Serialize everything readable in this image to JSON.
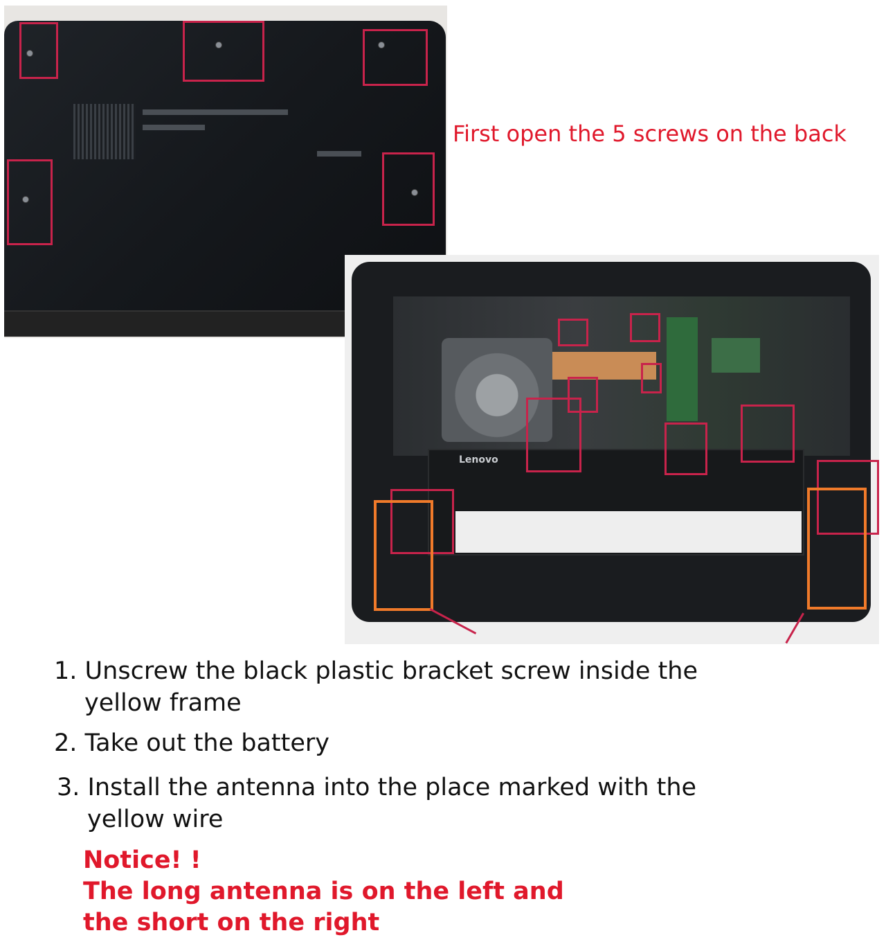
{
  "heading": "First open the 5 screws on the back",
  "steps": [
    {
      "number": "1.",
      "line1": "Unscrew the black plastic bracket screw inside the",
      "line2": "yellow frame"
    },
    {
      "number": "2.",
      "line1": "Take out the battery"
    },
    {
      "number": "3.",
      "line1": "Install the antenna into the place marked with the",
      "line2": "yellow wire"
    }
  ],
  "notice": {
    "title": "Notice! !",
    "line1": "The long antenna is on the left and",
    "line2": "the short on the right"
  },
  "photos": {
    "inside_logo": "Lenovo"
  },
  "colors": {
    "notice_red": "#e0182b",
    "marker_red": "#c8234b",
    "marker_orange": "#f07a2a"
  }
}
